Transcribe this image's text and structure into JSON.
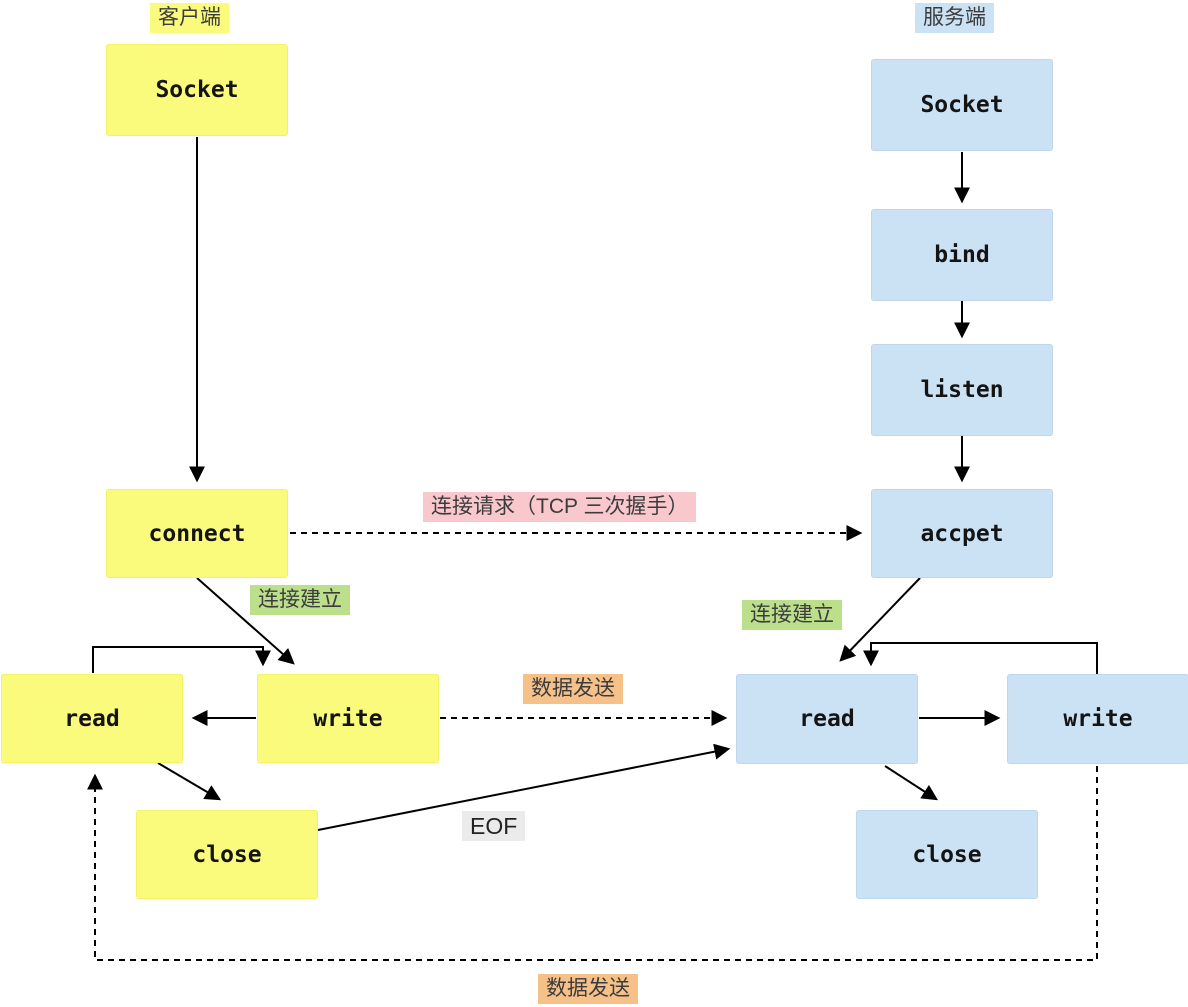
{
  "titles": {
    "client": "客户端",
    "server": "服务端"
  },
  "boxes": {
    "client": {
      "socket": "Socket",
      "connect": "connect",
      "read": "read",
      "write": "write",
      "close": "close"
    },
    "server": {
      "socket": "Socket",
      "bind": "bind",
      "listen": "listen",
      "accept": "accpet",
      "read": "read",
      "write": "write",
      "close": "close"
    }
  },
  "labels": {
    "handshake": "连接请求（TCP 三次握手）",
    "established_client": "连接建立",
    "established_server": "连接建立",
    "data_send_forward": "数据发送",
    "eof": "EOF",
    "data_send_back": "数据发送"
  },
  "colors": {
    "client_box": "#FAFA7D",
    "server_box": "#CBE2F5",
    "handshake_bg": "#F9C8CC",
    "established_bg": "#BBDF8B",
    "data_send_bg": "#F6C189",
    "eof_bg": "#EBEBEB",
    "line": "#000000"
  }
}
